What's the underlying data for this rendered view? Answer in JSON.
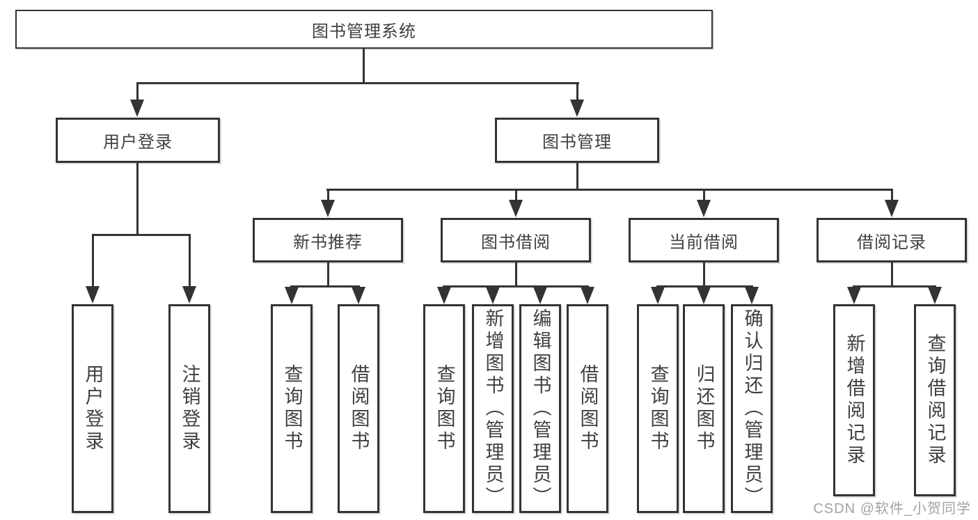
{
  "colors": {
    "line": "#333333",
    "box_border": "#333333",
    "text": "#3d4043",
    "background": "#ffffff",
    "watermark": "#a3a3a3"
  },
  "tree": {
    "root": {
      "label": "图书管理系统"
    },
    "branches": [
      {
        "label": "用户登录",
        "children": [
          {
            "label": "用户登录"
          },
          {
            "label": "注销登录"
          }
        ]
      },
      {
        "label": "图书管理",
        "groups": [
          {
            "label": "新书推荐",
            "children": [
              {
                "label": "查询图书"
              },
              {
                "label": "借阅图书"
              }
            ]
          },
          {
            "label": "图书借阅",
            "children": [
              {
                "label": "查询图书"
              },
              {
                "label": "新增图书（管理员）"
              },
              {
                "label": "编辑图书（管理员）"
              },
              {
                "label": "借阅图书"
              }
            ]
          },
          {
            "label": "当前借阅",
            "children": [
              {
                "label": "查询图书"
              },
              {
                "label": "归还图书"
              },
              {
                "label": "确认归还（管理员）"
              }
            ]
          },
          {
            "label": "借阅记录",
            "children": [
              {
                "label": "新增借阅记录"
              },
              {
                "label": "查询借阅记录"
              }
            ]
          }
        ]
      }
    ]
  },
  "watermark": {
    "text": "CSDN @软件_小贺同学"
  }
}
